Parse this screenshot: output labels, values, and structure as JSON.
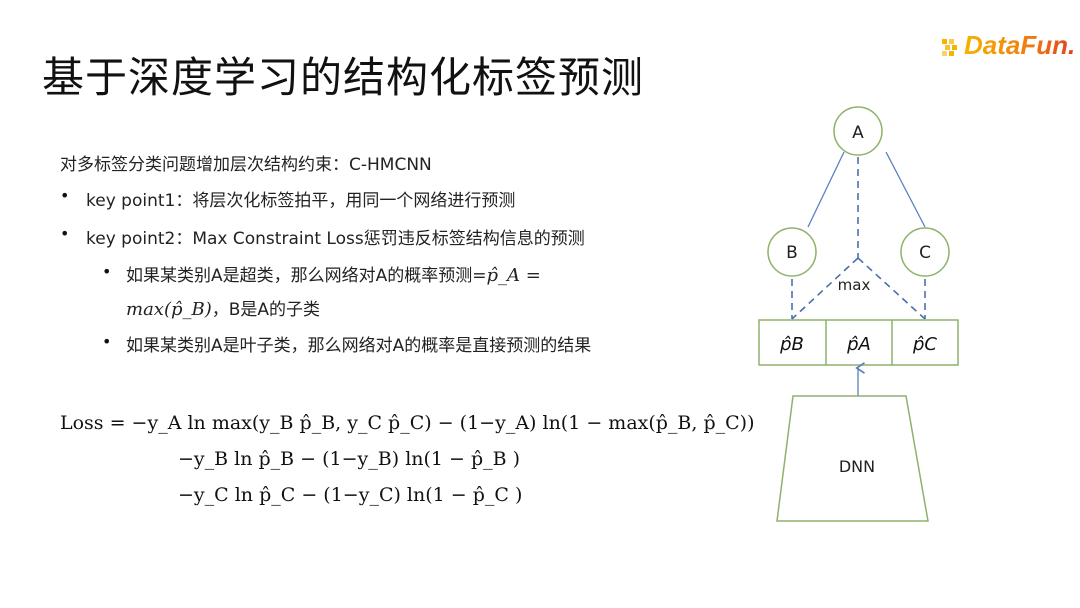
{
  "slide": {
    "title": "基于深度学习的结构化标签预测",
    "logo": "DataFun.",
    "intro": "对多标签分类问题增加层次结构约束：C-HMCNN",
    "bullets": [
      {
        "text": "key  point1：将层次化标签拍平，用同一个网络进行预测"
      },
      {
        "text": "key  point2：Max  Constraint  Loss惩罚违反标签结构信息的预测"
      }
    ],
    "sub_bullets": [
      {
        "line1": "如果某类别A是超类，那么网络对A的概率预测=",
        "line1_math": "p̂_A =",
        "line2_math": "max(p̂_B)",
        "line2": "，B是A的子类"
      },
      {
        "line1": "如果某类别A是叶子类，那么网络对A的概率是直接预测的结果"
      }
    ],
    "formula": {
      "line1": "Loss = −y_A ln max(y_B p̂_B, y_C p̂_C) − (1−y_A) ln(1 − max(p̂_B, p̂_C))",
      "line2": "−y_B ln p̂_B − (1−y_B) ln(1 − p̂_B )",
      "line3": "−y_C ln p̂_C − (1−y_C) ln(1 − p̂_C )"
    }
  },
  "diagram": {
    "nodes": {
      "a": "A",
      "b": "B",
      "c": "C"
    },
    "max_label": "max",
    "output_cells": [
      "p̂B",
      "p̂A",
      "p̂C"
    ],
    "network_label": "DNN",
    "colors": {
      "node_border": "#8db26b",
      "edge": "#5b7fbf",
      "dashed": "#4a6fae"
    }
  }
}
